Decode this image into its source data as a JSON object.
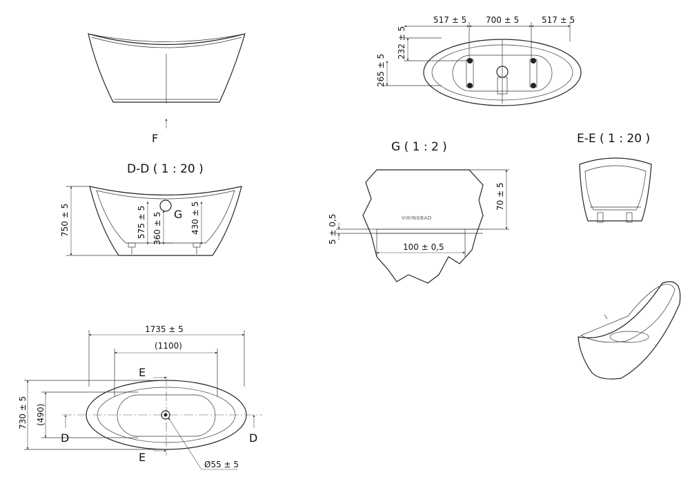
{
  "views": {
    "front": {
      "arrow_label": "F"
    },
    "top_detail": {
      "dims": [
        "517 ± 5",
        "700 ± 5",
        "517 ± 5",
        "232 ± 5",
        "265 ± 5"
      ]
    },
    "section_dd": {
      "title": "D-D ( 1 : 20 )",
      "dims": {
        "height": "750 ± 5",
        "rim": "575 ± 5",
        "waste": "360 ± 5",
        "feet": "430 ± 5"
      },
      "detail_marker": "G"
    },
    "detail_g": {
      "title": "G ( 1 : 2 )",
      "brand": "VIKINGBAD",
      "dims": {
        "height": "70 ± 5",
        "gap": "5 ± 0,5",
        "width": "100 ± 0,5"
      }
    },
    "section_ee": {
      "title": "E-E ( 1 : 20 )"
    },
    "plan": {
      "dims": {
        "length": "1735 ± 5",
        "inner_length": "(1100)",
        "width": "730 ± 5",
        "inner_width": "(490)",
        "drain": "Ø55 ± 5"
      },
      "section_marks": {
        "d_left": "D",
        "d_right": "D",
        "e_top": "E",
        "e_bottom": "E"
      }
    }
  }
}
